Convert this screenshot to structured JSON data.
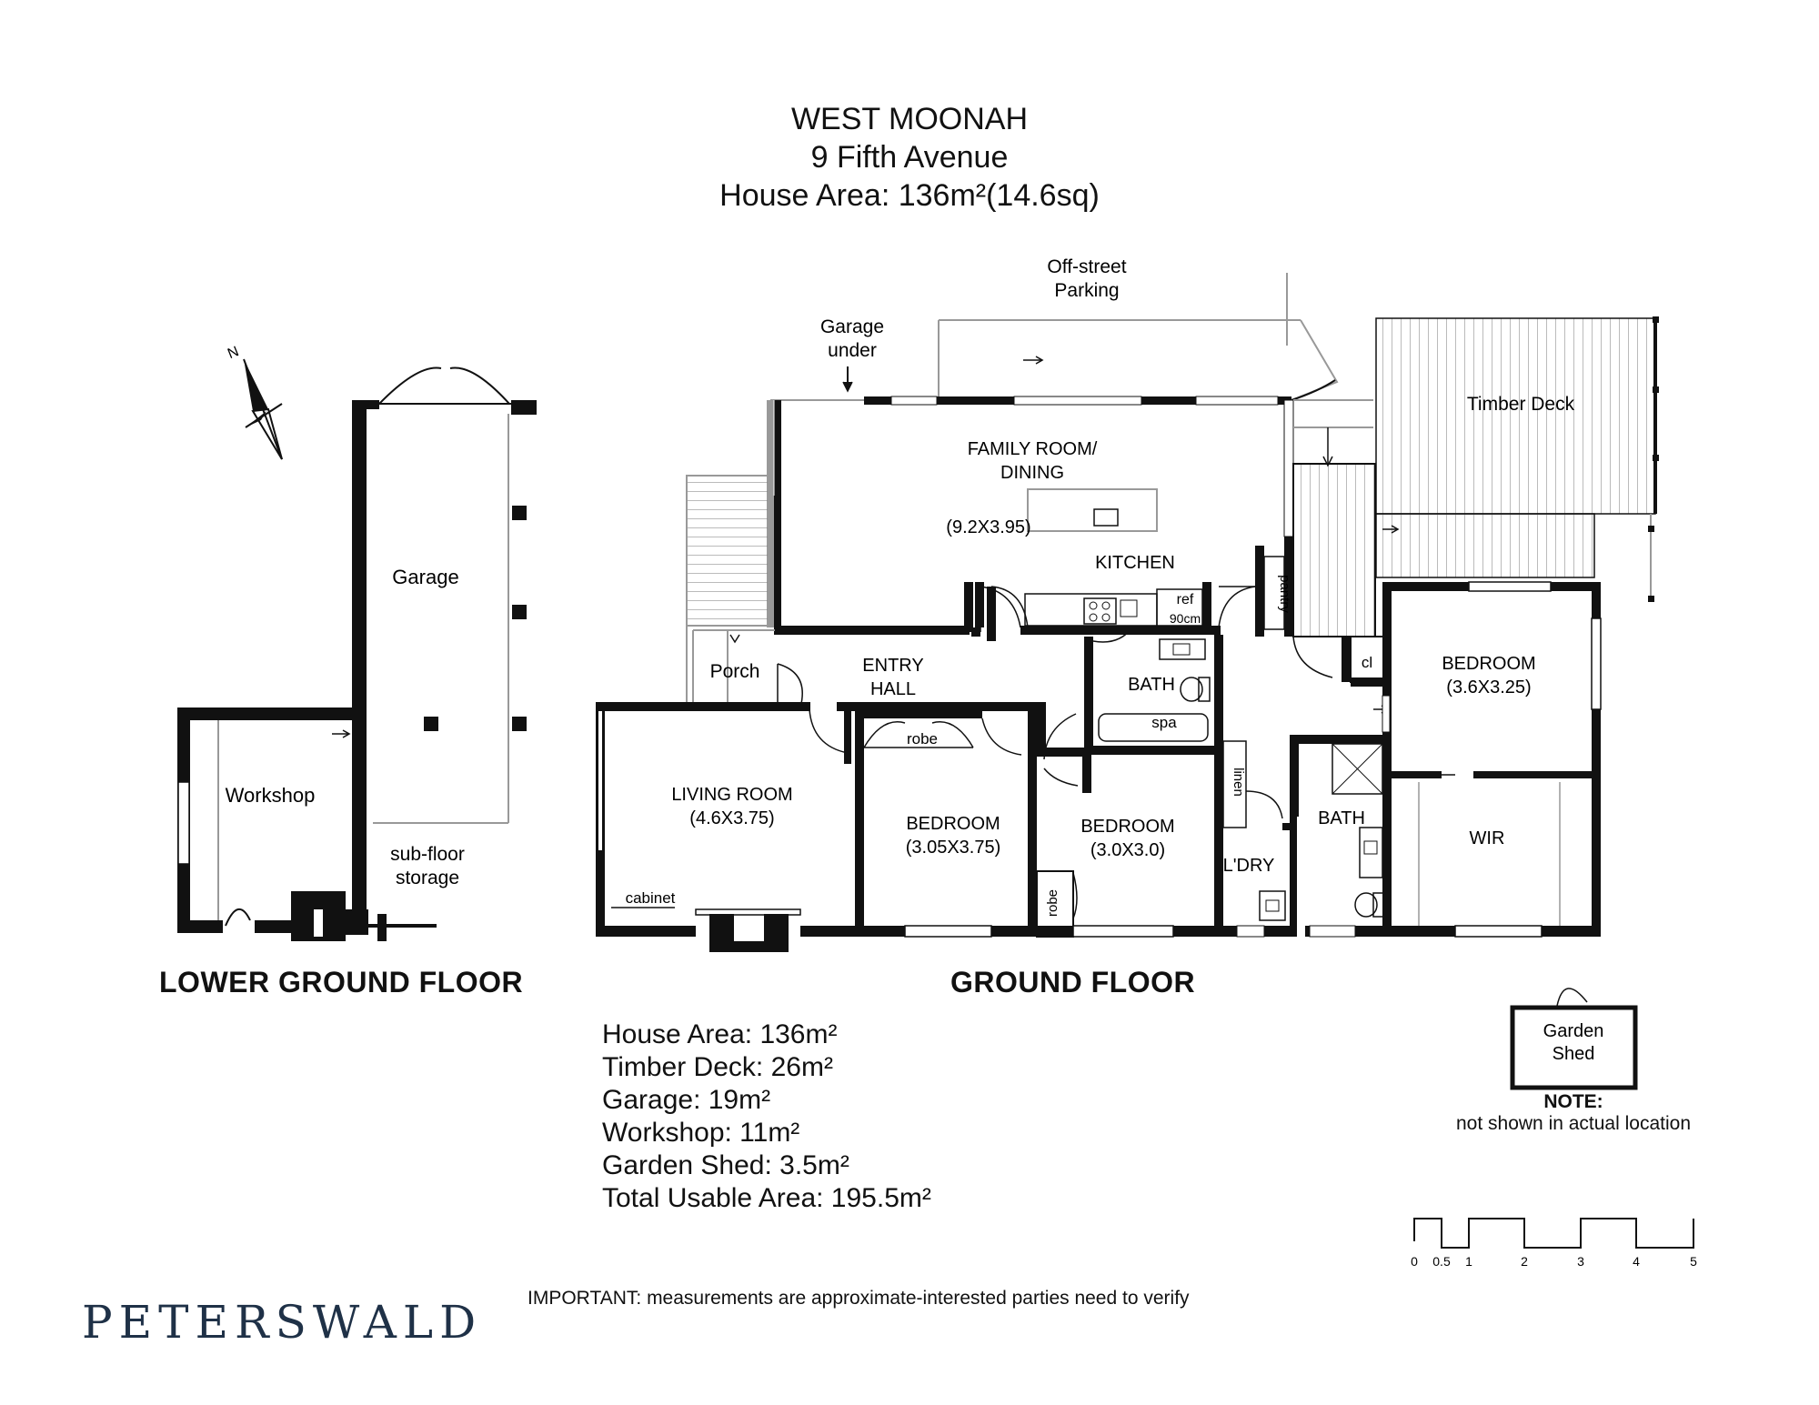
{
  "header": {
    "suburb": "WEST MOONAH",
    "address": "9 Fifth Avenue",
    "house_area": "House Area: 136m²(14.6sq)"
  },
  "compass": {
    "north_label": "N"
  },
  "labels": {
    "off_street": "Off-street",
    "parking": "Parking",
    "garage_under_1": "Garage",
    "garage_under_2": "under",
    "timber_deck": "Timber Deck",
    "family_1": "FAMILY ROOM/",
    "family_2": "DINING",
    "family_dim": "(9.2X3.95)",
    "kitchen": "KITCHEN",
    "ref": "ref",
    "ref_size": "90cm",
    "pantry": "pantry",
    "porch": "Porch",
    "entry_1": "ENTRY",
    "entry_2": "HALL",
    "bath": "BATH",
    "spa": "spa",
    "cl": "cl",
    "bedroom": "BEDROOM",
    "bedroom_main_dim": "(3.6X3.25)",
    "robe": "robe",
    "living": "LIVING ROOM",
    "living_dim": "(4.6X3.75)",
    "bedroom2_dim": "(3.05X3.75)",
    "bedroom3_dim": "(3.0X3.0)",
    "linen": "linen",
    "laundry": "L'DRY",
    "wir": "WIR",
    "cabinet": "cabinet",
    "garage": "Garage",
    "workshop": "Workshop",
    "subfloor_1": "sub-floor",
    "subfloor_2": "storage",
    "garden_1": "Garden",
    "garden_2": "Shed"
  },
  "floors": {
    "lower": "LOWER GROUND FLOOR",
    "ground": "GROUND FLOOR"
  },
  "areas": [
    "House Area: 136m²",
    "Timber Deck: 26m²",
    "Garage: 19m²",
    "Workshop: 11m²",
    "Garden Shed: 3.5m²",
    "Total Usable Area: 195.5m²"
  ],
  "note": {
    "title": "NOTE:",
    "text": "not shown in actual location"
  },
  "scale_bar": [
    "0",
    "0.5",
    "1",
    "2",
    "3",
    "4",
    "5"
  ],
  "disclaimer": "IMPORTANT: measurements are approximate-interested parties need to verify",
  "brand": "PETERSWALD"
}
